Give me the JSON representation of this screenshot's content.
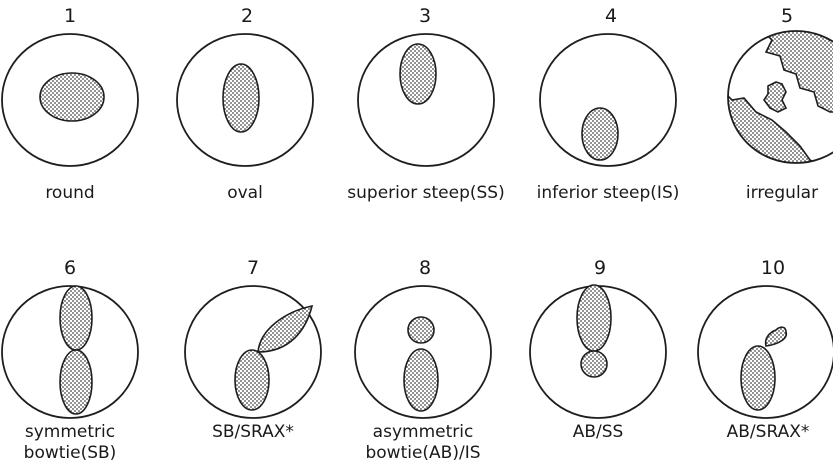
{
  "figure": {
    "cells": [
      {
        "id": "round",
        "number": "1",
        "caption": [
          "round"
        ]
      },
      {
        "id": "oval",
        "number": "2",
        "caption": [
          "oval"
        ]
      },
      {
        "id": "superior-steep",
        "number": "3",
        "caption": [
          "superior steep(SS)"
        ]
      },
      {
        "id": "inferior-steep",
        "number": "4",
        "caption": [
          "inferior steep(IS)"
        ]
      },
      {
        "id": "irregular",
        "number": "5",
        "caption": [
          "irregular"
        ]
      },
      {
        "id": "symmetric-bowtie",
        "number": "6",
        "caption": [
          "symmetric",
          "bowtie(SB)"
        ]
      },
      {
        "id": "sb-srax",
        "number": "7",
        "caption": [
          "SB/SRAX*"
        ]
      },
      {
        "id": "asymmetric-bowtie-is",
        "number": "8",
        "caption": [
          "asymmetric",
          "bowtie(AB)/IS"
        ]
      },
      {
        "id": "ab-ss",
        "number": "9",
        "caption": [
          "AB/SS"
        ]
      },
      {
        "id": "ab-srax",
        "number": "10",
        "caption": [
          "AB/SRAX*"
        ]
      }
    ]
  }
}
